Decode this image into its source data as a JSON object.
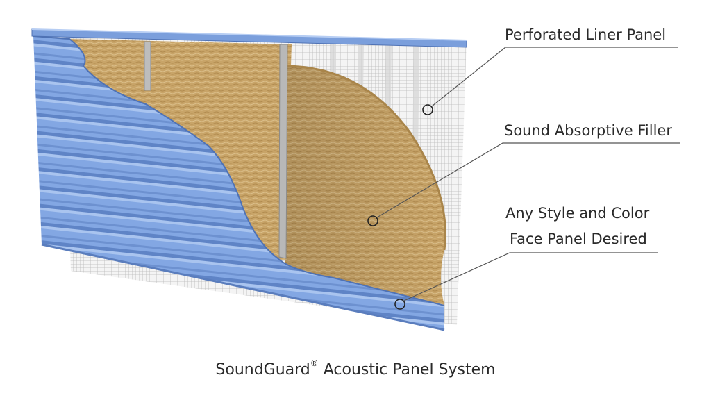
{
  "labels": {
    "liner": "Perforated Liner Panel",
    "filler": "Sound Absorptive Filler",
    "face_line1": "Any Style and Color",
    "face_line2": "Face Panel Desired"
  },
  "caption": {
    "brand": "SoundGuard",
    "mark": "®",
    "rest": " Acoustic Panel System"
  },
  "colors": {
    "face_panel": "#7ea3e0",
    "insulation": "#c9a56a",
    "liner_mesh": "#e8e8e8",
    "stud": "#a9a9a9"
  }
}
